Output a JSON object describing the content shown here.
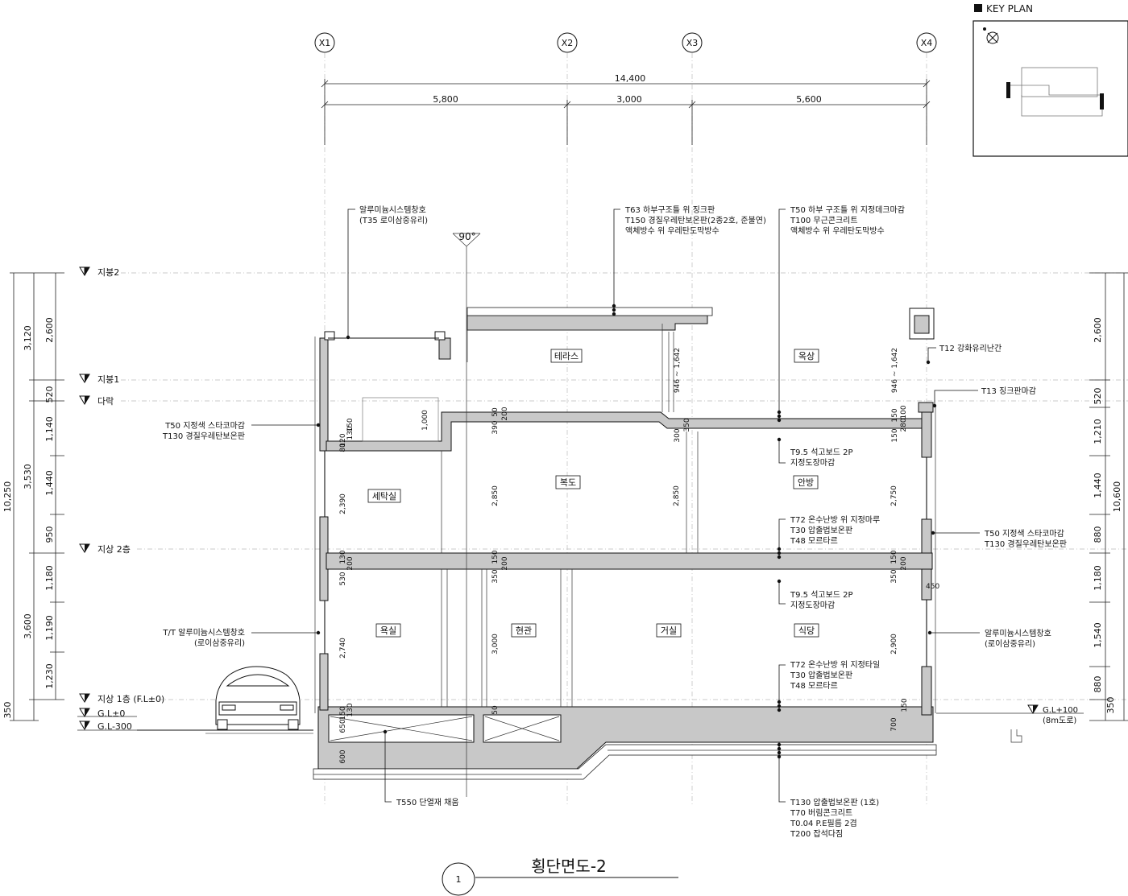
{
  "title": "횡단면도-2",
  "drawing_number": "1",
  "key_plan": {
    "label": "KEY PLAN"
  },
  "grid_axes": [
    "X1",
    "X2",
    "X3",
    "X4"
  ],
  "overall_dimension": "14,400",
  "bay_dimensions": [
    "5,800",
    "3,000",
    "5,600"
  ],
  "roof_pitch": "90°",
  "levels": [
    "지붕2",
    "지붕1",
    "다락",
    "지상 2층",
    "지상 1층 (F.L±0)",
    "G.L±0",
    "G.L-300"
  ],
  "road_level": {
    "label": "G.L+100",
    "note": "(8m도로)"
  },
  "left_dimensions": {
    "total": "10,250",
    "level_chain": [
      "3,120",
      "3,530",
      "3,600",
      "350"
    ],
    "detail_chain": [
      "2,600",
      "520",
      "1,140",
      "1,440",
      "950",
      "1,180",
      "1,190",
      "1,230"
    ]
  },
  "right_dimensions": {
    "total": "10,600",
    "chain": [
      "2,600",
      "520",
      "1,210",
      "1,440",
      "880",
      "1,180",
      "1,540",
      "880",
      "350"
    ]
  },
  "rooms": [
    "테라스",
    "옥상",
    "세탁실",
    "복도",
    "안방",
    "욕실",
    "현관",
    "거실",
    "식당"
  ],
  "interior_dims": [
    "2,390",
    "2,850",
    "2,850",
    "2,750",
    "2,740",
    "3,000",
    "2,900",
    "1,000",
    "946 ~ 1,642",
    "946 ~ 1,642",
    "390",
    "350",
    "530",
    "350",
    "350",
    "650",
    "600",
    "700",
    "150",
    "150",
    "150",
    "150",
    "150",
    "150",
    "150",
    "200",
    "200",
    "200",
    "200",
    "130",
    "130",
    "130",
    "120",
    "100",
    "80",
    "50",
    "50",
    "300",
    "280",
    "450"
  ],
  "notes": {
    "window_top": [
      "알루미늄시스템창호",
      "(T35 로이삼중유리)"
    ],
    "roof_terrace": [
      "T63 하부구조틀 위 징크판",
      "T150 경질우레탄보온판(2종2호, 준불연)",
      "액체방수 위 우레탄도막방수"
    ],
    "roof_deck": [
      "T50 하부 구조틀 위 지정데크마감",
      "T100 무근콘크리트",
      "액체방수 위 우레탄도막방수"
    ],
    "glass_railing": [
      "T12 강화유리난간"
    ],
    "zinc_finish": [
      "T13 징크판마감"
    ],
    "wall_left": [
      "T50 지정색 스타코마감",
      "T130 경질우레탄보온판"
    ],
    "ceiling_2f": [
      "T9.5 석고보드 2P",
      "지정도장마감"
    ],
    "floor_2f": [
      "T72 온수난방 위 지정마루",
      "T30 압출법보온판",
      "T48 모르타르"
    ],
    "wall_right": [
      "T50 지정색 스타코마감",
      "T130 경질우레탄보온판"
    ],
    "ceiling_1f": [
      "T9.5 석고보드 2P",
      "지정도장마감"
    ],
    "window_left": [
      "T/T 알루미늄시스템창호",
      "(로이삼중유리)"
    ],
    "window_right": [
      "알루미늄시스템창호",
      "(로이삼중유리)"
    ],
    "floor_1f": [
      "T72 온수난방 위 지정타일",
      "T30 압출법보온판",
      "T48 모르타르"
    ],
    "insulation_fill": [
      "T550 단열재 채움"
    ],
    "foundation": [
      "T130 압출법보온판 (1호)",
      "T70 버림콘크리트",
      "T0.04 P.E필름 2겹",
      "T200 잡석다짐"
    ]
  },
  "colors": {
    "slab_fill": "#c8c8c8",
    "line": "#111111"
  }
}
